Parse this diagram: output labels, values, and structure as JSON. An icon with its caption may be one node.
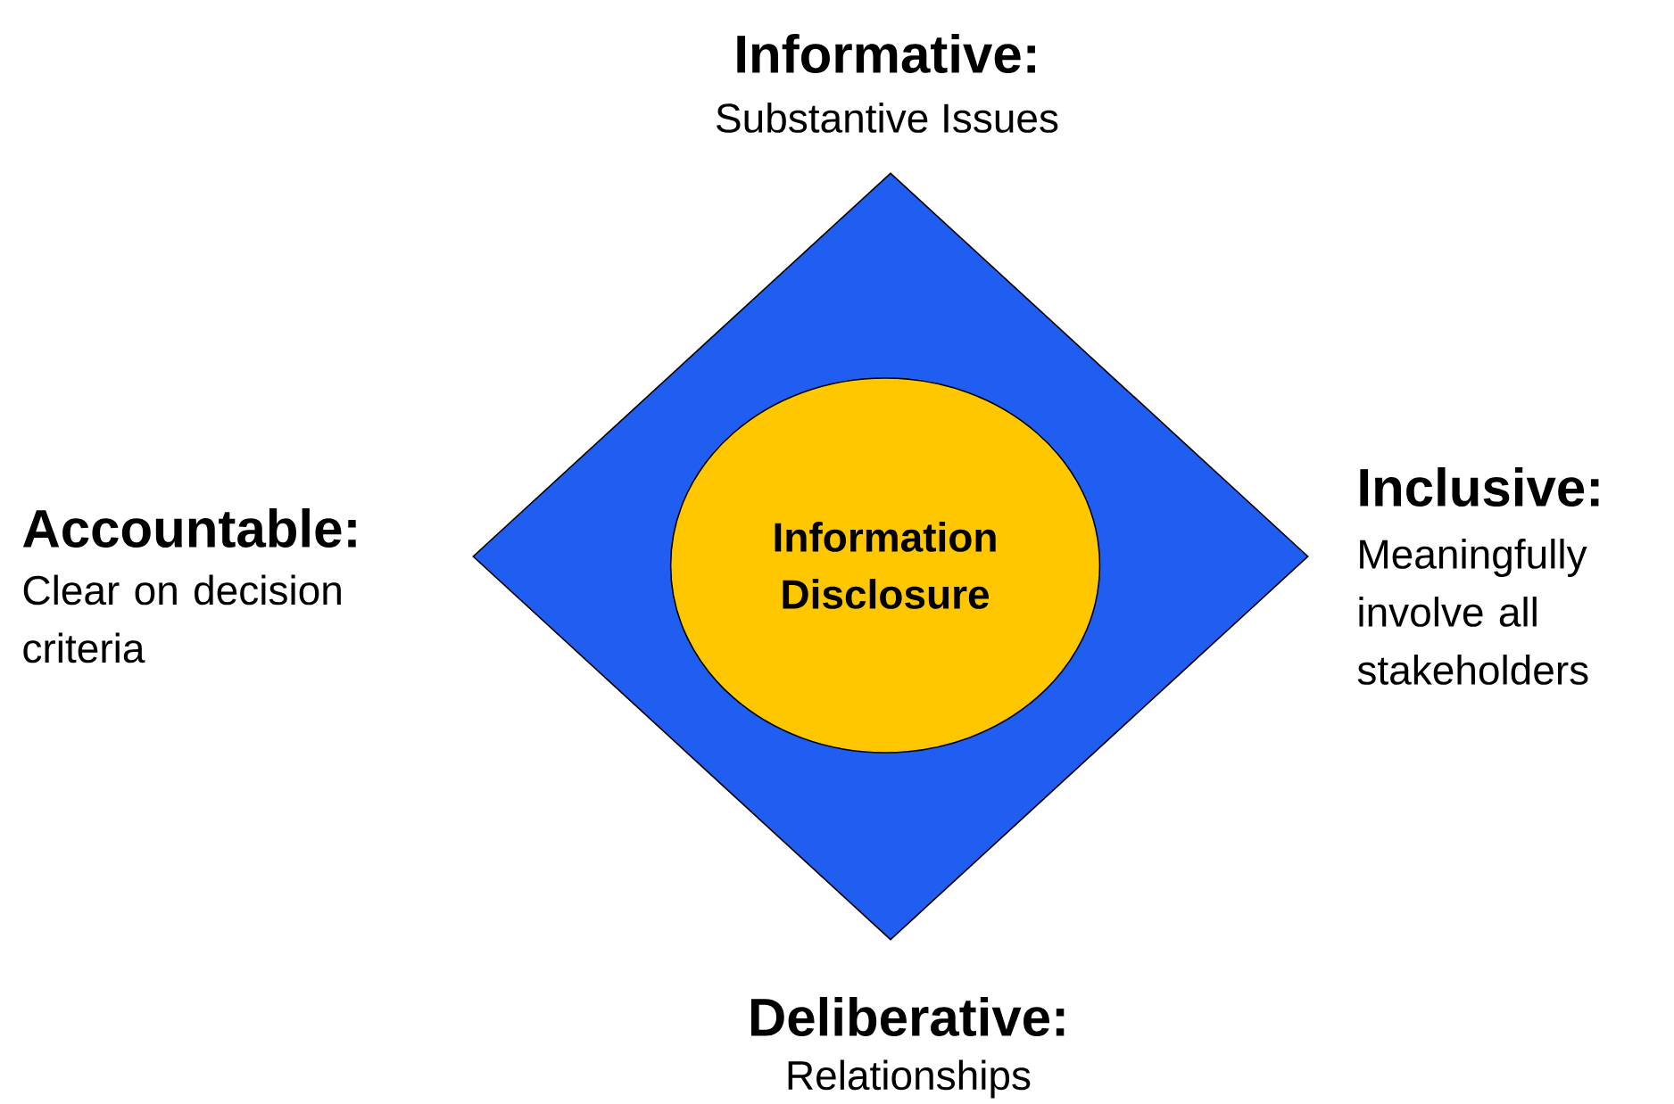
{
  "diagram": {
    "nodes": [
      {
        "text": [],
        "shape": "diamond"
      },
      {
        "text": [
          "Information Disclosure"
        ],
        "in": 0
      }
    ],
    "labels": [
      "Informative:",
      "Substantive Issues",
      "Accountable:",
      "Clear on decision criteria",
      "Inclusive:",
      "Meaningfully involve all stakeholders",
      "Deliberative:",
      "Relationships"
    ]
  }
}
